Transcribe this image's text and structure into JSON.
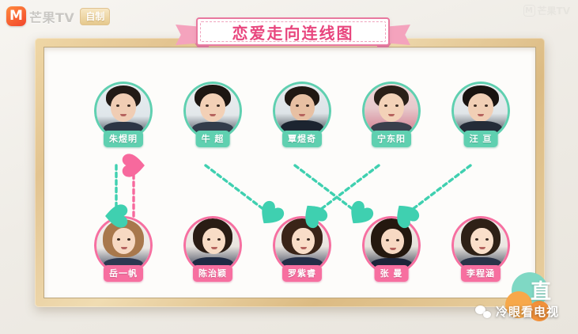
{
  "broadcaster": {
    "logo_mark": "M",
    "logo_word": "芒果TV",
    "logo_badge": "自制",
    "corner_watermark_mark": "M",
    "corner_watermark_word": "芒果TV"
  },
  "title": "恋爱走向连线图",
  "boys": [
    {
      "name": "朱煜明"
    },
    {
      "name": "牛 超"
    },
    {
      "name": "覃煜奇"
    },
    {
      "name": "宁东阳"
    },
    {
      "name": "汪 亘"
    }
  ],
  "girls": [
    {
      "name": "岳一帆"
    },
    {
      "name": "陈治颖"
    },
    {
      "name": "罗紫睿"
    },
    {
      "name": "张 曼"
    },
    {
      "name": "李程涵"
    }
  ],
  "connections": [
    {
      "from": "朱煜明",
      "to": "岳一帆",
      "color": "#3fd0b0",
      "direction": "down"
    },
    {
      "from": "岳一帆",
      "to": "朱煜明",
      "color": "#f7699d",
      "direction": "up"
    },
    {
      "from": "牛 超",
      "to": "罗紫睿",
      "color": "#3fd0b0",
      "direction": "down"
    },
    {
      "from": "覃煜奇",
      "to": "张 曼",
      "color": "#3fd0b0",
      "direction": "down"
    },
    {
      "from": "宁东阳",
      "to": "罗紫睿",
      "color": "#3fd0b0",
      "direction": "down"
    },
    {
      "from": "汪 亘",
      "to": "张 曼",
      "color": "#3fd0b0",
      "direction": "down"
    }
  ],
  "colors": {
    "boy_ring": "#5fd0b0",
    "girl_ring": "#f76fa0",
    "title_pink": "#e8467e",
    "arrow_teal": "#3fd0b0",
    "arrow_pink": "#f7699d",
    "frame_wood": "#e3c490"
  },
  "sticker": {
    "character": "直"
  },
  "watermark": {
    "text": "冷眼看电视",
    "icon": "wechat-icon"
  }
}
